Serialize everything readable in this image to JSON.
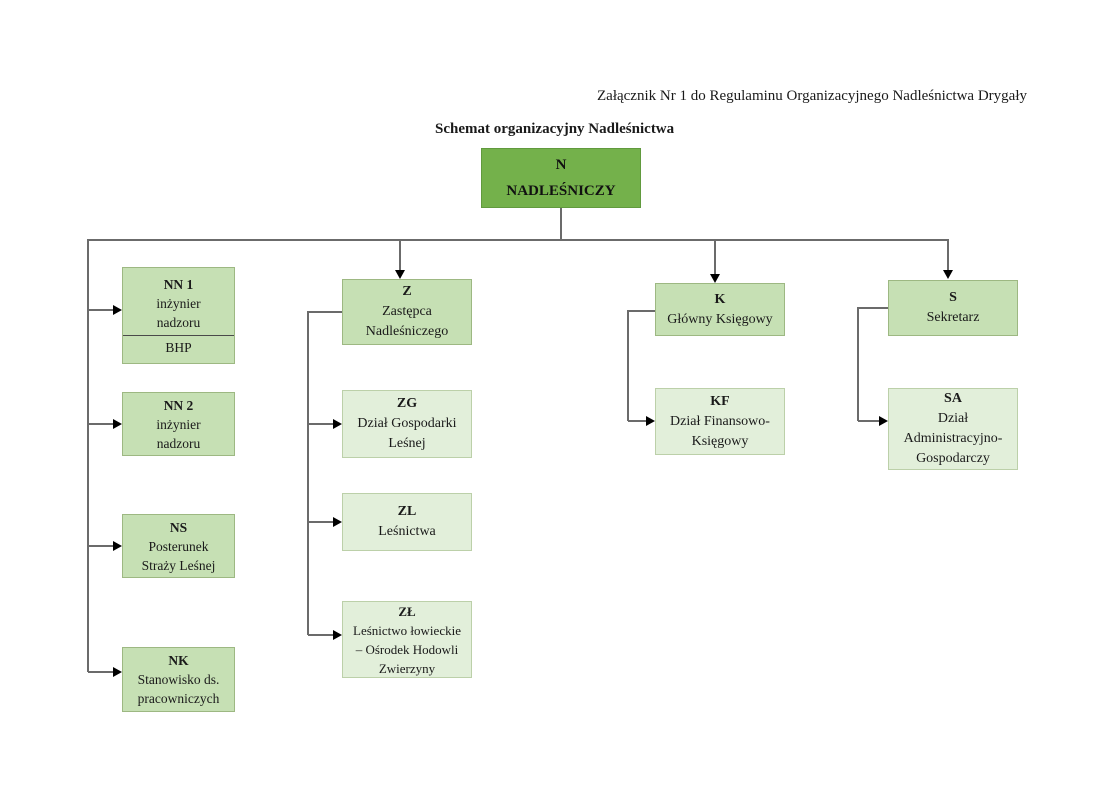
{
  "page": {
    "attachment_note": "Załącznik Nr 1 do Regulaminu Organizacyjnego Nadleśnictwa Drygały",
    "title": "Schemat organizacyjny Nadleśnictwa"
  },
  "colors": {
    "root_fill": "#74B14B",
    "level2_fill": "#C6E0B4",
    "level3_fill": "#E2EFDA",
    "connector": "#6B6B6B",
    "arrow": "#000000"
  },
  "nodes": {
    "root": {
      "code": "N",
      "line1": "NADLEŚNICZY"
    },
    "nn1": {
      "code": "NN 1",
      "line1": "inżynier",
      "line2": "nadzoru",
      "sub": "BHP"
    },
    "nn2": {
      "code": "NN 2",
      "line1": "inżynier",
      "line2": "nadzoru"
    },
    "ns": {
      "code": "NS",
      "line1": "Posterunek",
      "line2": "Straży Leśnej"
    },
    "nk": {
      "code": "NK",
      "line1": "Stanowisko ds.",
      "line2": "pracowniczych"
    },
    "z": {
      "code": "Z",
      "line1": "Zastępca",
      "line2": "Nadleśniczego"
    },
    "zg": {
      "code": "ZG",
      "line1": "Dział Gospodarki",
      "line2": "Leśnej"
    },
    "zl": {
      "code": "ZL",
      "line1": "Leśnictwa"
    },
    "zlow": {
      "code": "ZŁ",
      "line1": "Leśnictwo łowieckie",
      "line2": "– Ośrodek Hodowli",
      "line3": "Zwierzyny"
    },
    "k": {
      "code": "K",
      "line1": "Główny Księgowy"
    },
    "kf": {
      "code": "KF",
      "line1": "Dział Finansowo-",
      "line2": "Księgowy"
    },
    "s": {
      "code": "S",
      "line1": "Sekretarz"
    },
    "sa": {
      "code": "SA",
      "line1": "Dział",
      "line2": "Administracyjno-",
      "line3": "Gospodarczy"
    }
  }
}
